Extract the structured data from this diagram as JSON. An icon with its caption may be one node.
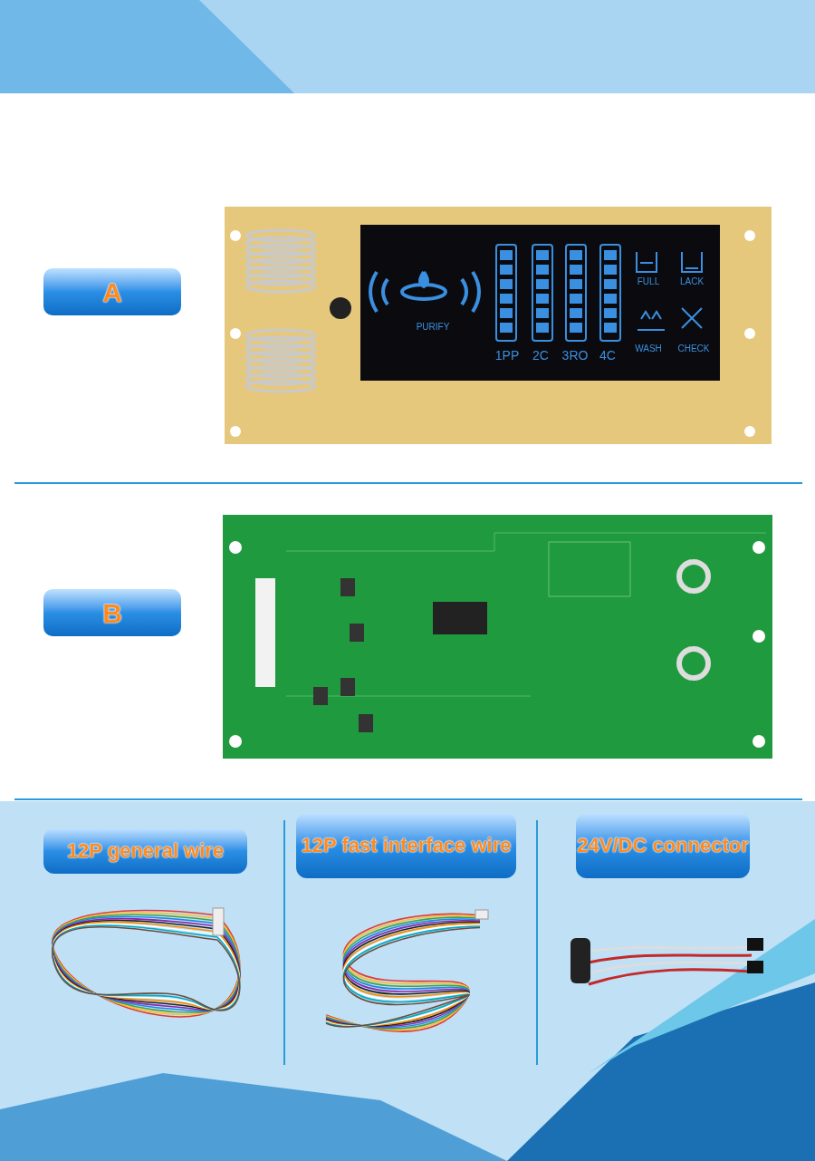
{
  "diagram": {
    "labels": [
      "A",
      "PURIFY",
      "FULL",
      "LACK",
      "WASH",
      "CHECK",
      "1PP",
      "2C",
      "3RO",
      "4C",
      "B",
      "12P general wire",
      "12P fast interface wire",
      "24V/DC connector"
    ]
  }
}
